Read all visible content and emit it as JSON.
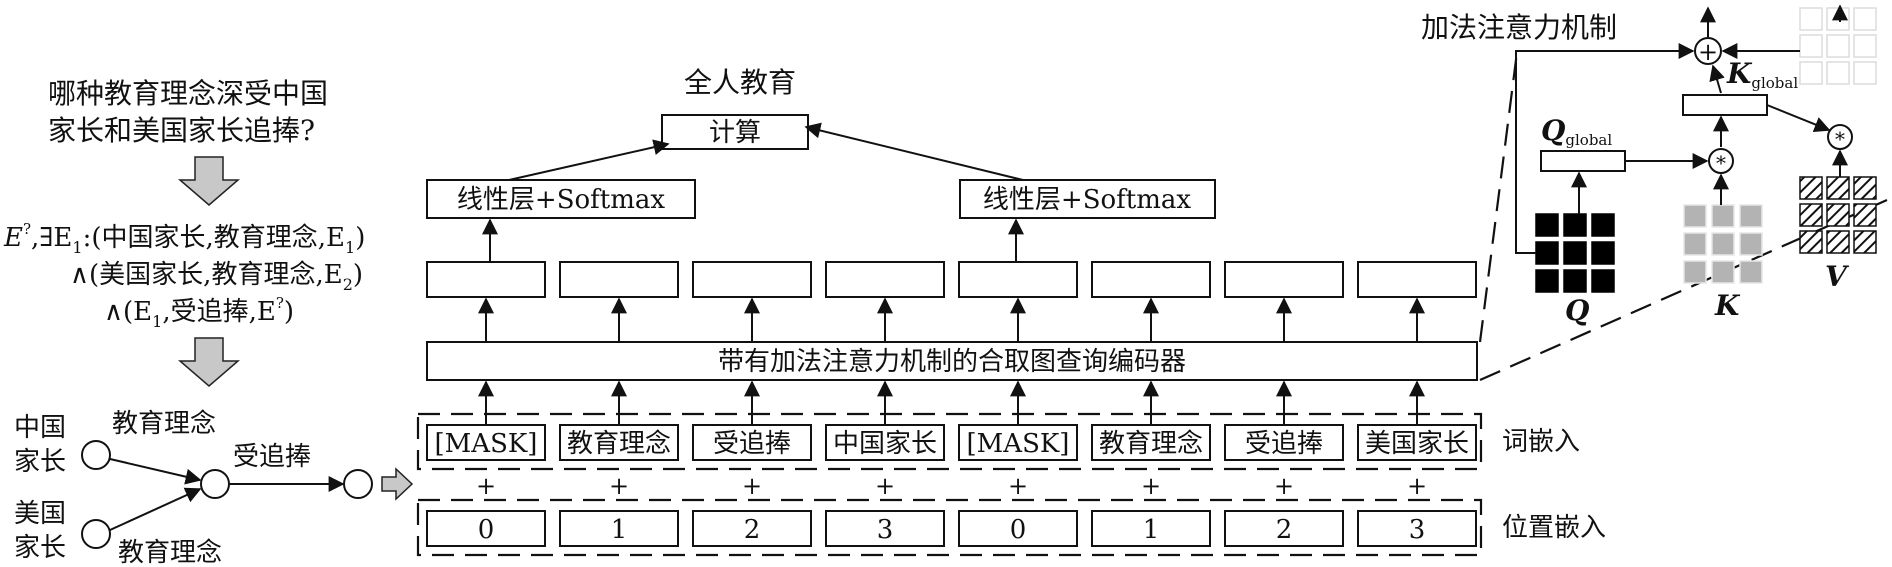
{
  "question": {
    "line1": "哪种教育理念深受中国",
    "line2": "家长和美国家长追捧?"
  },
  "logic_query": {
    "l1_pre": "E",
    "l1_sup": "?",
    "l1_mid": ",∃E",
    "l1_sub1": "1",
    "l1_open": ":(中国家长,教育理念,E",
    "l1_sub2": "1",
    "l1_close": ")",
    "l2_open": "∧(美国家长,教育理念,E",
    "l2_sub": "2",
    "l2_close": ")",
    "l3_open": "∧(E",
    "l3_sub": "1",
    "l3_mid": ",受追捧,E",
    "l3_sup": "?",
    "l3_close": ")"
  },
  "query_graph": {
    "anchor1_line1": "中国",
    "anchor1_line2": "家长",
    "anchor2_line1": "美国",
    "anchor2_line2": "家长",
    "edge1": "教育理念",
    "edge2": "教育理念",
    "edge3": "受追捧"
  },
  "top": {
    "answer": "全人教育",
    "compute": "计算",
    "linear_left": "线性层+Softmax",
    "linear_right": "线性层+Softmax"
  },
  "encoder": {
    "label": "带有加法注意力机制的合取图查询编码器"
  },
  "tokens": [
    "[MASK]",
    "教育理念",
    "受追捧",
    "中国家长",
    "[MASK]",
    "教育理念",
    "受追捧",
    "美国家长"
  ],
  "positions": [
    "0",
    "1",
    "2",
    "3",
    "0",
    "1",
    "2",
    "3"
  ],
  "plus_sign": "+",
  "row_labels": {
    "word_embedding": "词嵌入",
    "position_embedding": "位置嵌入"
  },
  "attention": {
    "title": "加法注意力机制",
    "q_global": "Q",
    "q_global_sub": "global",
    "k_global": "K",
    "k_global_sub": "global",
    "q": "Q",
    "k": "K",
    "v": "V",
    "plus_op": "+",
    "mul_op": "*"
  },
  "colors": {
    "q_matrix": "#000000",
    "k_matrix": "#b3b3b3",
    "v_matrix_faint": "#dcdcdc"
  }
}
